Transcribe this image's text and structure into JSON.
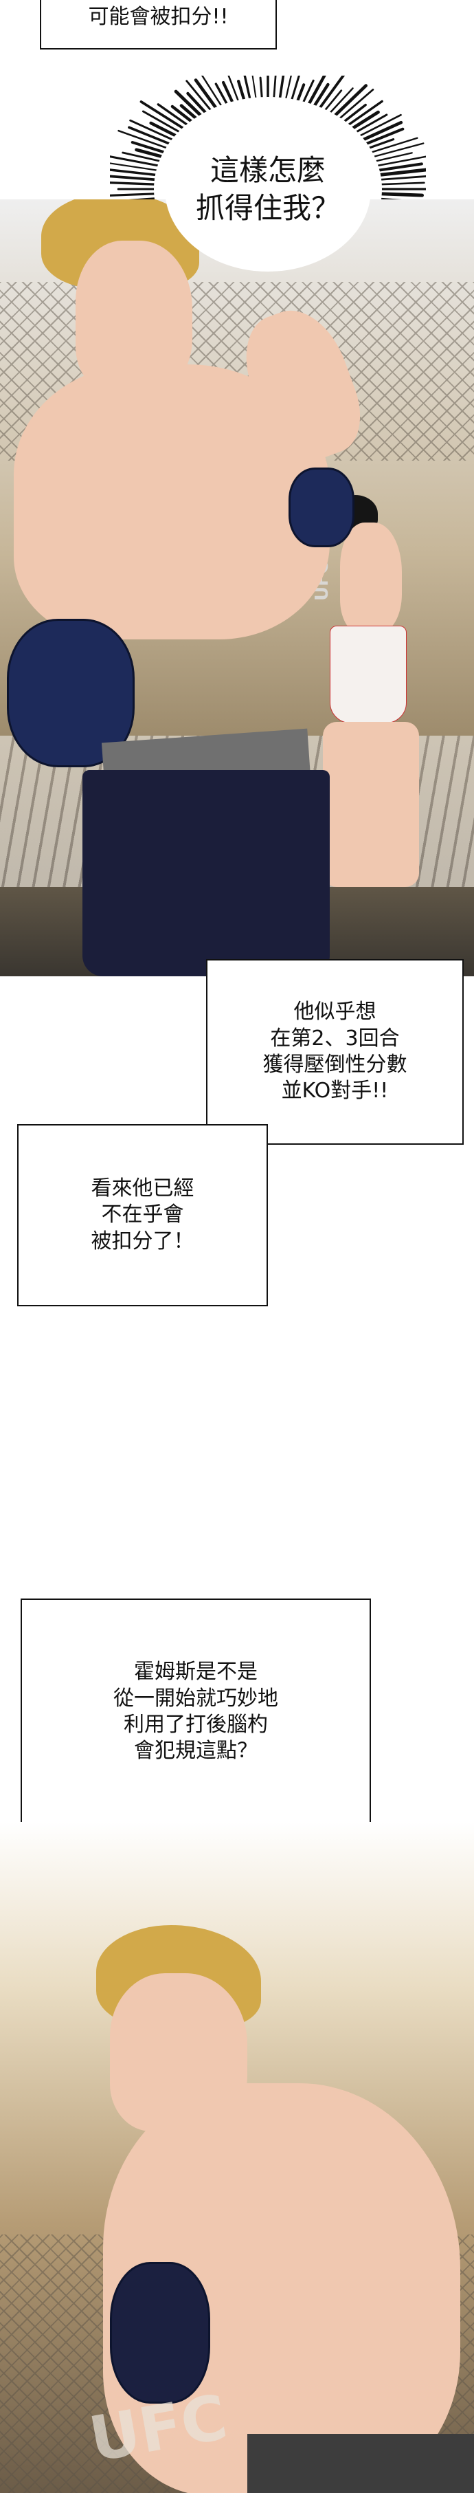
{
  "bubbles": {
    "top_partial": "可能會被扣分!!",
    "spiky": "這樣怎麼\n抓得住我？",
    "analysis": "他似乎想\n在第2、3回合\n獲得壓倒性分數\n並KO對手!!",
    "observation": "看來他已經\n不在乎會\n被扣分了！",
    "question": "霍姆斯是不是\n從一開始就巧妙地\n利用了打後腦杓\n會犯規這點？"
  },
  "scene": {
    "arena_logo": "UFC"
  }
}
